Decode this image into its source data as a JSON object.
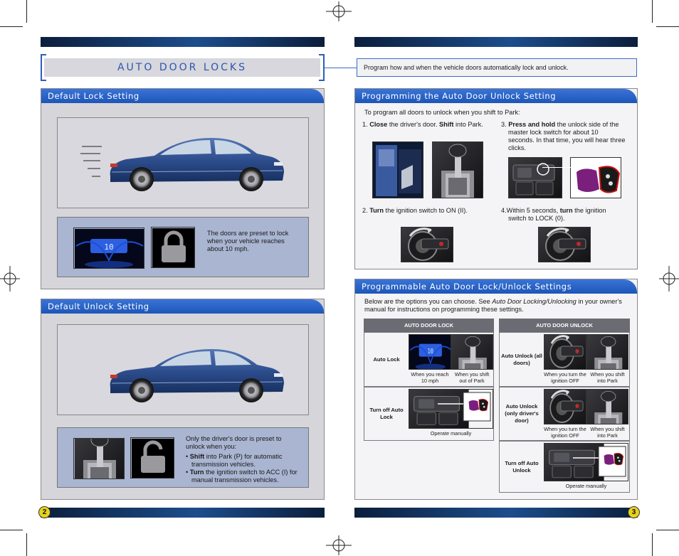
{
  "title": "AUTO DOOR LOCKS",
  "intro": "Program how and when the vehicle doors automatically lock and unlock.",
  "default_lock": {
    "heading": "Default Lock Setting",
    "text": "The doors are preset to lock when your vehicle reaches about 10 mph."
  },
  "default_unlock": {
    "heading": "Default Unlock Setting",
    "text_intro": "Only the driver's door is preset to unlock when you:",
    "bullet1_bold": "Shift",
    "bullet1_rest": " into Park (P) for automatic transmission vehicles.",
    "bullet2_bold": "Turn",
    "bullet2_rest": " the ignition switch to ACC (I) for manual transmission vehicles."
  },
  "programming": {
    "heading": "Programming the Auto Door Unlock Setting",
    "intro": "To program all doors to unlock when you shift to Park:",
    "step1_num": "1.",
    "step1_b1": "Close",
    "step1_t1": " the driver's door. ",
    "step1_b2": "Shift",
    "step1_t2": " into Park.",
    "step2_num": "2.",
    "step2_b": "Turn",
    "step2_t": " the ignition switch to ON (II).",
    "step3_num": "3.",
    "step3_b": "Press and hold",
    "step3_t": " the unlock side of the master lock switch for about 10 seconds. In that time, you will hear three clicks.",
    "step4_num": "4.",
    "step4_t1": "Within 5 seconds, ",
    "step4_b": "turn",
    "step4_t2": " the ignition switch to LOCK (0)."
  },
  "settings": {
    "heading": "Programmable Auto Door Lock/Unlock Settings",
    "intro_t1": "Below are the options you can choose. See ",
    "intro_i": "Auto Door Locking/Unlocking",
    "intro_t2": " in your owner's manual for instructions on programming these settings.",
    "lock_header": "AUTO DOOR LOCK",
    "unlock_header": "AUTO DOOR UNLOCK",
    "lock_rows": [
      {
        "label": "Auto Lock",
        "cap1": "When you reach 10 mph",
        "cap2": "When you shift out of Park"
      },
      {
        "label": "Turn off Auto Lock",
        "cap1": "Operate manually"
      }
    ],
    "unlock_rows": [
      {
        "label": "Auto Unlock (all doors)",
        "cap1": "When you turn the ignition OFF",
        "cap2": "When you shift into Park"
      },
      {
        "label": "Auto Unlock (only driver's door)",
        "cap1": "When you turn the ignition OFF",
        "cap2": "When you shift into Park"
      },
      {
        "label": "Turn off Auto Unlock",
        "cap1": "Operate manually"
      }
    ]
  },
  "page_left": "2",
  "page_right": "3",
  "colors": {
    "accent": "#2a56b0",
    "panel_head": "#1d56b8",
    "info_box": "#a9b5d1",
    "header_bar": "#0b1e3c"
  }
}
